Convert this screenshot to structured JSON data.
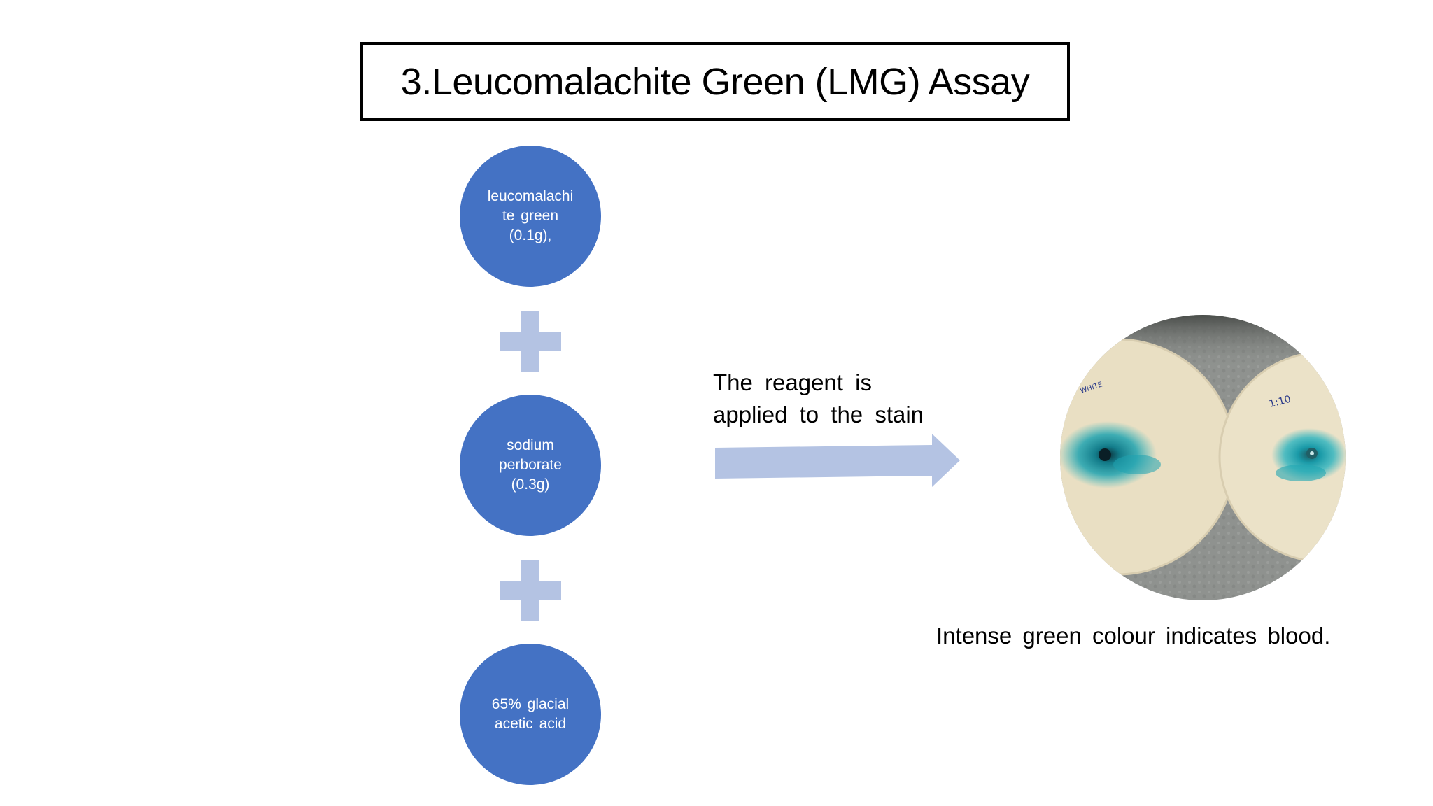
{
  "title": "3.Leucomalachite Green (LMG) Assay",
  "ingredients": [
    "leucomalachi\nte  green\n(0.1g),",
    "sodium\nperborate\n(0.3g)",
    "65%  glacial\nacetic  acid"
  ],
  "arrow_label": "The  reagent  is\napplied  to  the  stain",
  "photo": {
    "left_disc_label": "WHITE",
    "right_disc_label": "1:10"
  },
  "caption": "Intense  green  colour  indicates blood.",
  "colors": {
    "circle_fill": "#4472c4",
    "plus_fill": "#b4c3e3",
    "arrow_fill": "#b4c3e3",
    "stain": "#1fa3b0"
  }
}
